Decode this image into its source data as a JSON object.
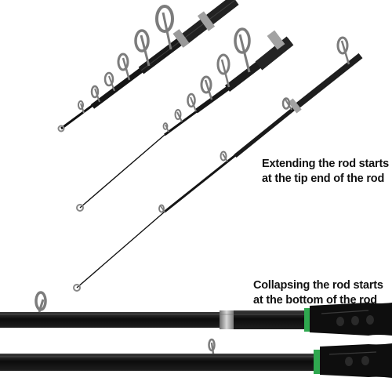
{
  "captions": {
    "extend": {
      "line1": "Extending the rod starts",
      "line2": "at the tip end of the rod"
    },
    "collapse": {
      "line1": "Collapsing the rod starts",
      "line2": "at the bottom of the rod"
    }
  },
  "colors": {
    "background": "#ffffff",
    "rod": "#161616",
    "guide": "#8a8a8a",
    "ferrule": "#9a9a9a",
    "handle_accent": "#2fa84f",
    "text": "#111111"
  }
}
